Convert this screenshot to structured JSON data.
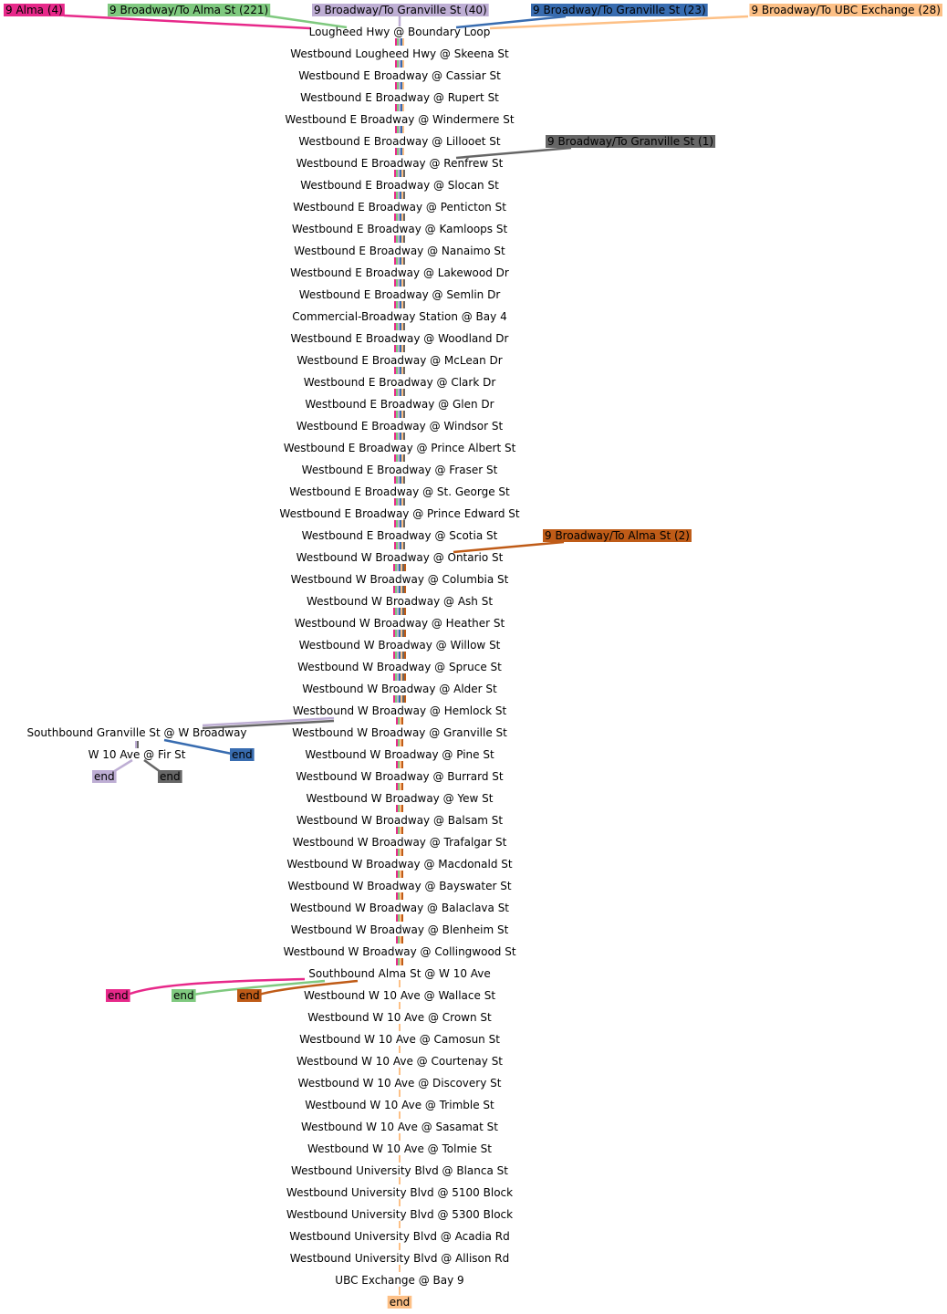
{
  "routes": [
    {
      "id": "alma4",
      "label": "9 Alma (4)",
      "color": "#e7298a"
    },
    {
      "id": "alma221",
      "label": "9 Broadway/To Alma St (221)",
      "color": "#7fc97f"
    },
    {
      "id": "gran40",
      "label": "9 Broadway/To Granville St (40)",
      "color": "#beaed4"
    },
    {
      "id": "gran23",
      "label": "9 Broadway/To Granville St (23)",
      "color": "#386cb0"
    },
    {
      "id": "ubc28",
      "label": "9 Broadway/To UBC Exchange (28)",
      "color": "#fdc086"
    },
    {
      "id": "gran1",
      "label": "9 Broadway/To Granville St (1)",
      "color": "#666666"
    },
    {
      "id": "alma2",
      "label": "9 Broadway/To Alma St (2)",
      "color": "#bf5b17"
    }
  ],
  "main_stops": [
    "Lougheed Hwy @ Boundary Loop",
    "Westbound Lougheed Hwy @ Skeena St",
    "Westbound E Broadway @ Cassiar St",
    "Westbound E Broadway @ Rupert St",
    "Westbound E Broadway @ Windermere St",
    "Westbound E Broadway @ Lillooet St",
    "Westbound E Broadway @ Renfrew St",
    "Westbound E Broadway @ Slocan St",
    "Westbound E Broadway @ Penticton St",
    "Westbound E Broadway @ Kamloops St",
    "Westbound E Broadway @ Nanaimo St",
    "Westbound E Broadway @ Lakewood Dr",
    "Westbound E Broadway @ Semlin Dr",
    "Commercial-Broadway Station @ Bay 4",
    "Westbound E Broadway @ Woodland Dr",
    "Westbound E Broadway @ McLean Dr",
    "Westbound E Broadway @ Clark Dr",
    "Westbound E Broadway @ Glen Dr",
    "Westbound E Broadway @ Windsor St",
    "Westbound E Broadway @ Prince Albert St",
    "Westbound E Broadway @ Fraser St",
    "Westbound E Broadway @ St. George St",
    "Westbound E Broadway @ Prince Edward St",
    "Westbound E Broadway @ Scotia St",
    "Westbound W Broadway @ Ontario St",
    "Westbound W Broadway @ Columbia St",
    "Westbound W Broadway @ Ash St",
    "Westbound W Broadway @ Heather St",
    "Westbound W Broadway @ Willow St",
    "Westbound W Broadway @ Spruce St",
    "Westbound W Broadway @ Alder St",
    "Westbound W Broadway @ Hemlock St",
    "Westbound W Broadway @ Granville St",
    "Westbound W Broadway @ Pine St",
    "Westbound W Broadway @ Burrard St",
    "Westbound W Broadway @ Yew St",
    "Westbound W Broadway @ Balsam St",
    "Westbound W Broadway @ Trafalgar St",
    "Westbound W Broadway @ Macdonald St",
    "Westbound W Broadway @ Bayswater St",
    "Westbound W Broadway @ Balaclava St",
    "Westbound W Broadway @ Blenheim St",
    "Westbound W Broadway @ Collingwood St",
    "Southbound Alma St @ W 10 Ave",
    "Westbound W 10 Ave @ Wallace St",
    "Westbound W 10 Ave @ Crown St",
    "Westbound W 10 Ave @ Camosun St",
    "Westbound W 10 Ave @ Courtenay St",
    "Westbound W 10 Ave @ Discovery St",
    "Westbound W 10 Ave @ Trimble St",
    "Westbound W 10 Ave @ Sasamat St",
    "Westbound W 10 Ave @ Tolmie St",
    "Westbound University Blvd @ Blanca St",
    "Westbound University Blvd @ 5100 Block",
    "Westbound University Blvd @ 5300 Block",
    "Westbound University Blvd @ Acadia Rd",
    "Westbound University Blvd @ Allison Rd",
    "UBC Exchange @ Bay 9"
  ],
  "branch_stops": [
    "Southbound Granville St @ W Broadway",
    "W 10 Ave @ Fir St"
  ],
  "end_label": "end"
}
